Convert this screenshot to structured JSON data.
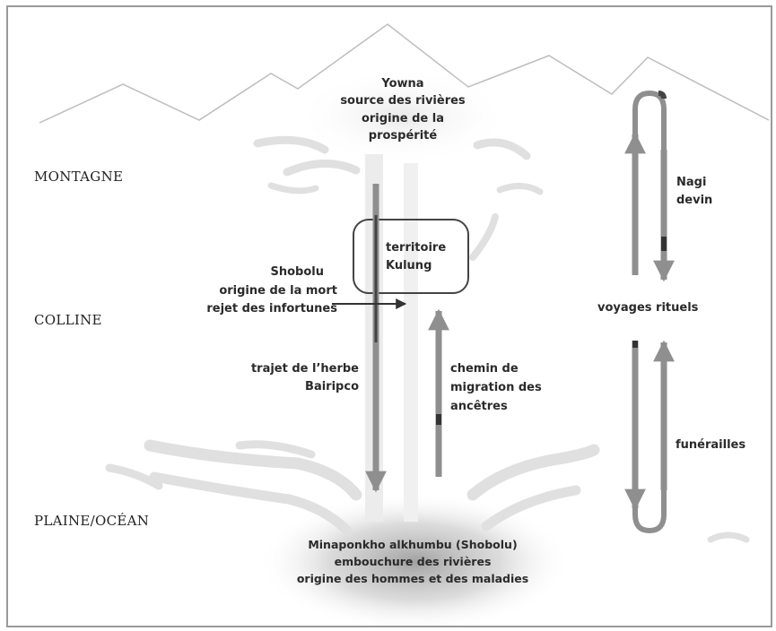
{
  "zones": {
    "mountain": "MONTAGNE",
    "hill": "COLLINE",
    "plain": "PLAINE/OCÉAN"
  },
  "top_label": [
    "Yowna",
    "source des rivières",
    "origine de la",
    "prospérité"
  ],
  "bottom_label": [
    "Minaponkho alkhumbu (Shobolu)",
    "embouchure des rivières",
    "origine des hommes et des maladies"
  ],
  "territory_label": [
    "territoire",
    "Kulung"
  ],
  "death_label": [
    "Shobolu",
    "origine de la mort",
    "rejet des infortunes"
  ],
  "herb_label": [
    "trajet de l’herbe",
    "Bairipco"
  ],
  "migration_label": [
    "chemin de",
    "migration des",
    "ancêtres"
  ],
  "devin_label": [
    "Nagi",
    "devin"
  ],
  "rituals_label": "voyages rituels",
  "funerals_label": "funérailles",
  "colors": {
    "arrow": "#8f8f8f",
    "dark": "#333333",
    "haze": "#e4e4e4",
    "ridge": "#bdbdbd",
    "border": "#9a9a9a"
  }
}
